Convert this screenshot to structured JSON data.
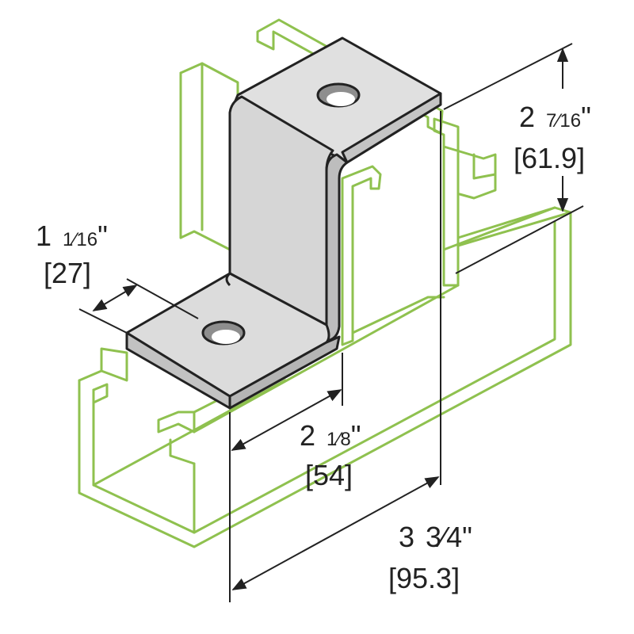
{
  "colors": {
    "channel": "#8fc14f",
    "channel_light": "#a9d06f",
    "bracket_fill": "#d8d8d8",
    "bracket_dark": "#b9b9b9",
    "bracket_top": "#e4e4e4",
    "outline": "#222222",
    "dimension": "#222222",
    "background": "#ffffff"
  },
  "dimensions": {
    "width": {
      "whole": "1",
      "fraction": "1⁄16",
      "unit_mark": "\"",
      "metric": "[27]"
    },
    "leg": {
      "whole": "2",
      "fraction": "1⁄8",
      "unit_mark": "\"",
      "metric": "[54]"
    },
    "length": {
      "whole": "3",
      "fraction": "3⁄4",
      "unit_mark": "\"",
      "metric": "[95.3]"
    },
    "height": {
      "whole": "2",
      "fraction": "7⁄16",
      "unit_mark": "\"",
      "metric": "[61.9]"
    }
  }
}
